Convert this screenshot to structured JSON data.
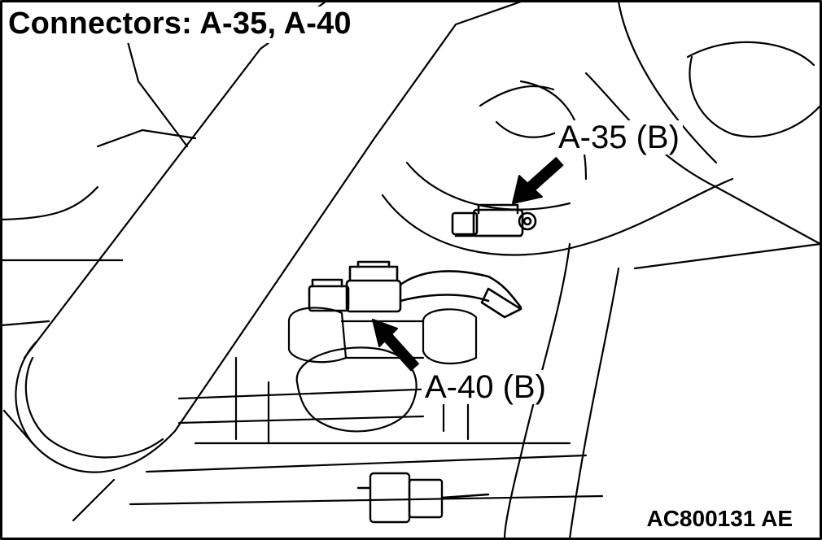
{
  "figure": {
    "title": "Connectors: A-35, A-40",
    "figure_code": "AC800131 AE",
    "colors": {
      "line": "#000000",
      "background": "#ffffff"
    }
  },
  "callouts": [
    {
      "id": "a35",
      "label": "A-35 (B)"
    },
    {
      "id": "a40",
      "label": "A-40 (B)"
    }
  ]
}
